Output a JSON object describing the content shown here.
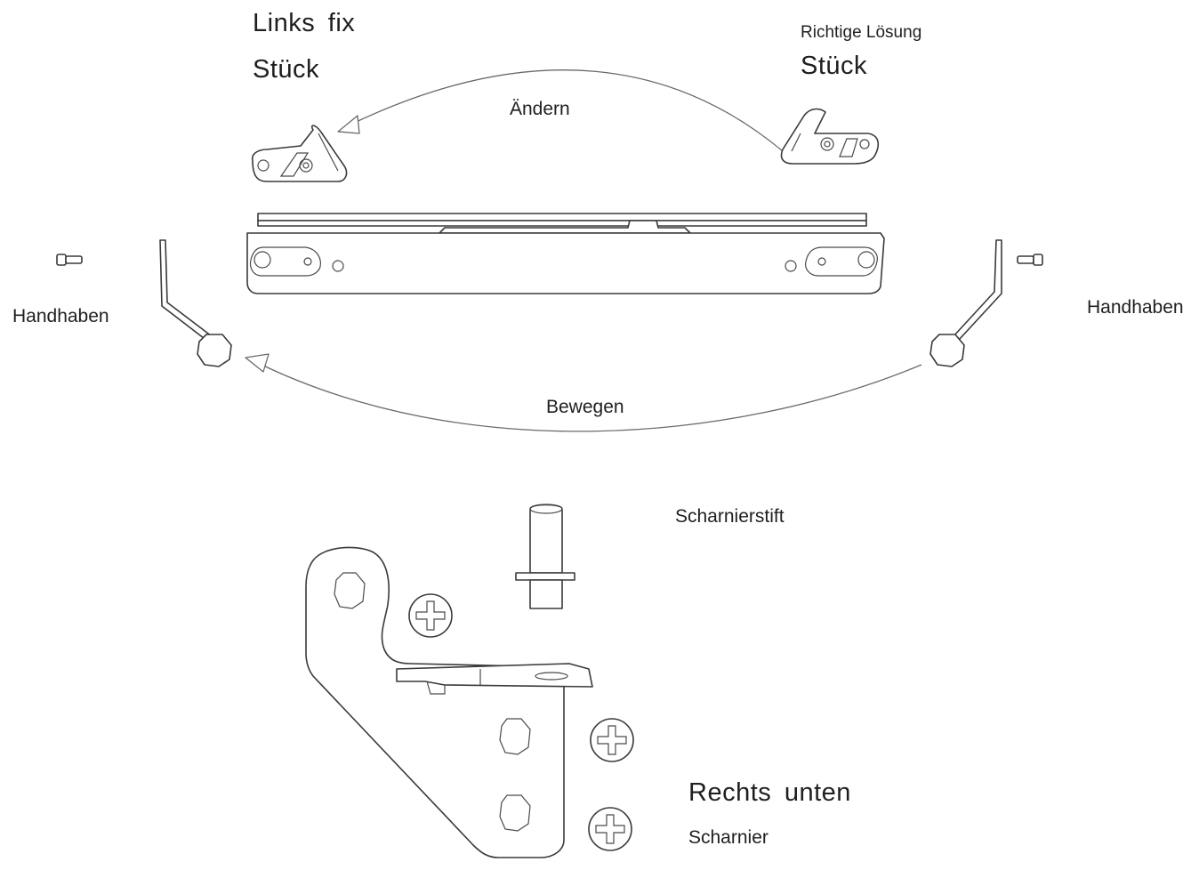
{
  "labels": {
    "left_piece_title": "Links fix",
    "left_piece_sub": "Stück",
    "right_piece_title": "Richtige Lösung",
    "right_piece_sub": "Stück",
    "change_arrow": "Ändern",
    "handle_left": "Handhaben",
    "handle_right": "Handhaben",
    "move_arrow": "Bewegen",
    "hinge_pin": "Scharnierstift",
    "bottom_right_title": "Rechts unten",
    "hinge": "Scharnier"
  },
  "colors": {
    "line": "#3a3a3a",
    "arrow": "#6a6a6a",
    "background": "#ffffff"
  }
}
